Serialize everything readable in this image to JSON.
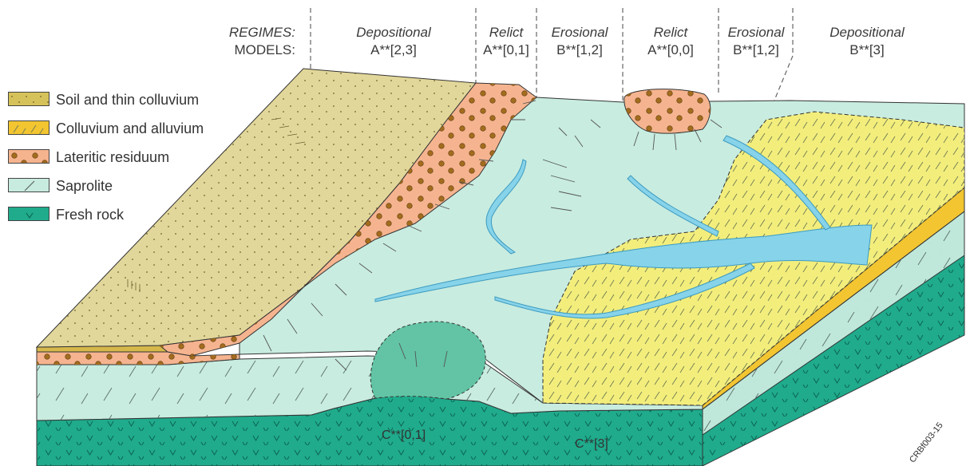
{
  "header": {
    "regimes_label": "REGIMES:",
    "models_label": "MODELS:",
    "columns": [
      {
        "regime": "Depositional",
        "model": "A**[2,3]"
      },
      {
        "regime": "Relict",
        "model": "A**[0,1]"
      },
      {
        "regime": "Erosional",
        "model": "B**[1,2]"
      },
      {
        "regime": "Relict",
        "model": "A**[0,0]"
      },
      {
        "regime": "Erosional",
        "model": "B**[1,2]"
      },
      {
        "regime": "Depositional",
        "model": "B**[3]"
      }
    ]
  },
  "legend": {
    "items": [
      {
        "label": "Soil and thin colluvium",
        "color": "#d6c25a",
        "pattern": "dots"
      },
      {
        "label": "Colluvium and alluvium",
        "color": "#f2c531",
        "pattern": "slashes"
      },
      {
        "label": "Lateritic residuum",
        "color": "#f5b38e",
        "pattern": "pisolites"
      },
      {
        "label": "Saprolite",
        "color": "#c7ebdf",
        "pattern": "slash"
      },
      {
        "label": "Fresh rock",
        "color": "#1fab8c",
        "pattern": "vees"
      }
    ]
  },
  "inline_labels": {
    "fresh_rock_left": "C**[0,1]",
    "fresh_rock_right": "C**[3]"
  },
  "figure_id": "CRBf003-15",
  "colors": {
    "soil_top": "#e2d79a",
    "soil_band": "#d6b74a",
    "colluvium_alluvium": "#f3ee7c",
    "laterite": "#f5b48f",
    "pisolite": "#a06a1f",
    "saprolite": "#c8ece0",
    "fresh_rock": "#1fab8c",
    "fresh_rock_exposure": "#62c4a4",
    "stream": "#86d3ea"
  }
}
